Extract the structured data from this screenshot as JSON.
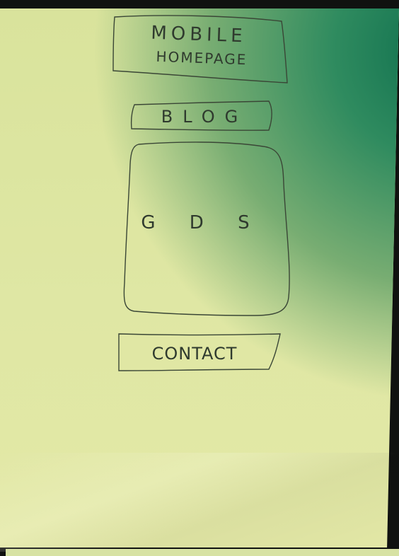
{
  "mobile_homepage": {
    "line1": "MOBILE",
    "line2": "HOMEPAGE"
  },
  "blog_button": {
    "label": "BLOG"
  },
  "content_box": {
    "label": "G D S"
  },
  "contact_button": {
    "label": "CONTACT"
  },
  "colors": {
    "paper": "#dfe7a4",
    "shadow_green": "#0f6f4e",
    "pencil": "#2f3a2e"
  }
}
